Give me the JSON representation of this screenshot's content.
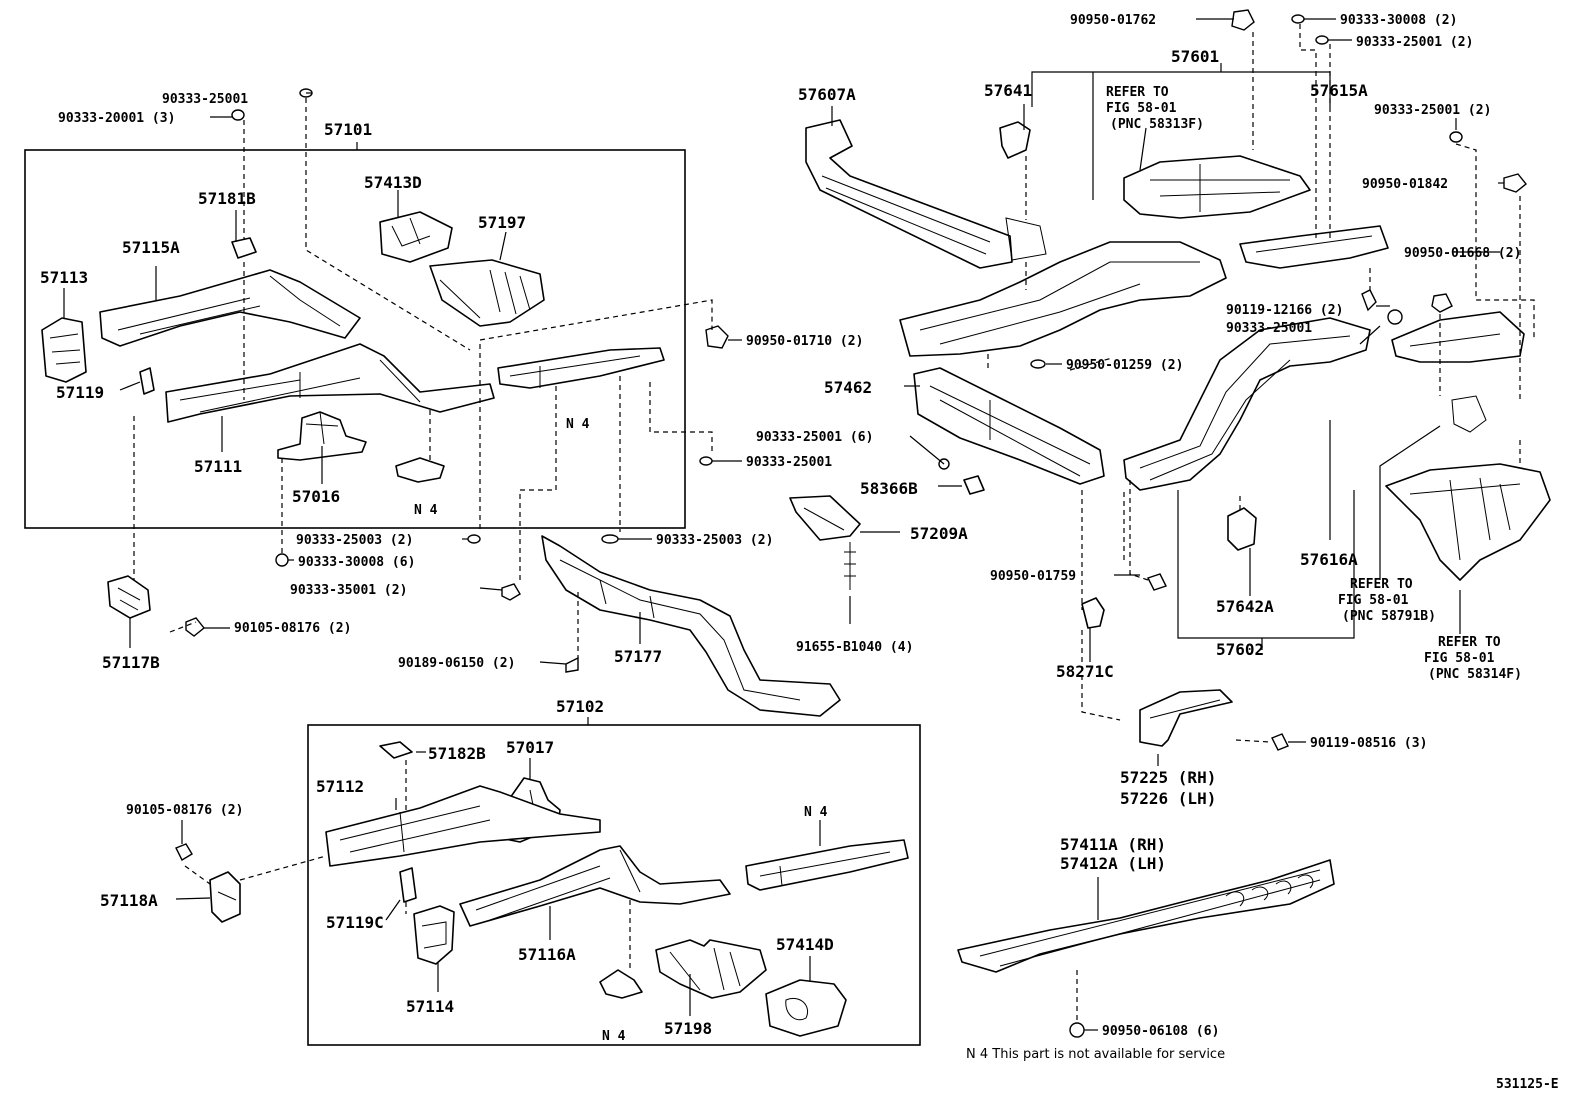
{
  "labels": {
    "p57101": "57101",
    "p57102": "57102",
    "p57601": "57601",
    "p57602": "57602",
    "p57113": "57113",
    "p57115A": "57115A",
    "p57181B": "57181B",
    "p57413D": "57413D",
    "p57197": "57197",
    "p57119": "57119",
    "p57111": "57111",
    "p57016": "57016",
    "p57117B": "57117B",
    "p57177": "57177",
    "p57182B": "57182B",
    "p57017": "57017",
    "p57112": "57112",
    "p57118A": "57118A",
    "p57119C": "57119C",
    "p57116A": "57116A",
    "p57114": "57114",
    "p57198": "57198",
    "p57414D": "57414D",
    "p57607A": "57607A",
    "p57641": "57641",
    "p57615A": "57615A",
    "p57462": "57462",
    "p58366B": "58366B",
    "p57209A": "57209A",
    "p58271C": "58271C",
    "p57642A": "57642A",
    "p57616A": "57616A",
    "p57225": "57225 (RH)",
    "p57226": "57226 (LH)",
    "p57411A": "57411A (RH)",
    "p57412A": "57412A (LH)",
    "n4a": "N 4",
    "n4b": "N 4",
    "n4c": "N 4",
    "n4d": "N 4"
  },
  "fasteners": {
    "f1": "90333-25001",
    "f2": "90333-20001 (3)",
    "f3": "90950-01710 (2)",
    "f4": "90333-25001",
    "f5": "90333-25003 (2)",
    "f6": "90333-30008 (6)",
    "f7": "90333-35001 (2)",
    "f8": "90333-25003 (2)",
    "f9": "90105-08176 (2)",
    "f10": "90189-06150 (2)",
    "f11": "91655-B1040 (4)",
    "f12": "90105-08176 (2)",
    "f13": "90950-01762",
    "f14": "90333-30008 (2)",
    "f15": "90333-25001 (2)",
    "f16": "90333-25001 (2)",
    "f17": "90950-01842",
    "f18": "90950-01668 (2)",
    "f19": "90119-12166 (2)",
    "f20": "90333-25001",
    "f21": "90950-01259 (2)",
    "f22": "90333-25001 (6)",
    "f23": "90950-01759",
    "f24": "90119-08516 (3)",
    "f25": "90950-06108 (6)"
  },
  "refs": {
    "r1": [
      "REFER TO",
      "FIG 58-01",
      "(PNC 58313F)"
    ],
    "r2": [
      "REFER TO",
      "FIG 58-01",
      "(PNC 58791B)"
    ],
    "r3": [
      "REFER TO",
      "FIG 58-01",
      "(PNC 58314F)"
    ]
  },
  "footnote": "N 4 This part is not available for service",
  "figure_code": "531125-E"
}
